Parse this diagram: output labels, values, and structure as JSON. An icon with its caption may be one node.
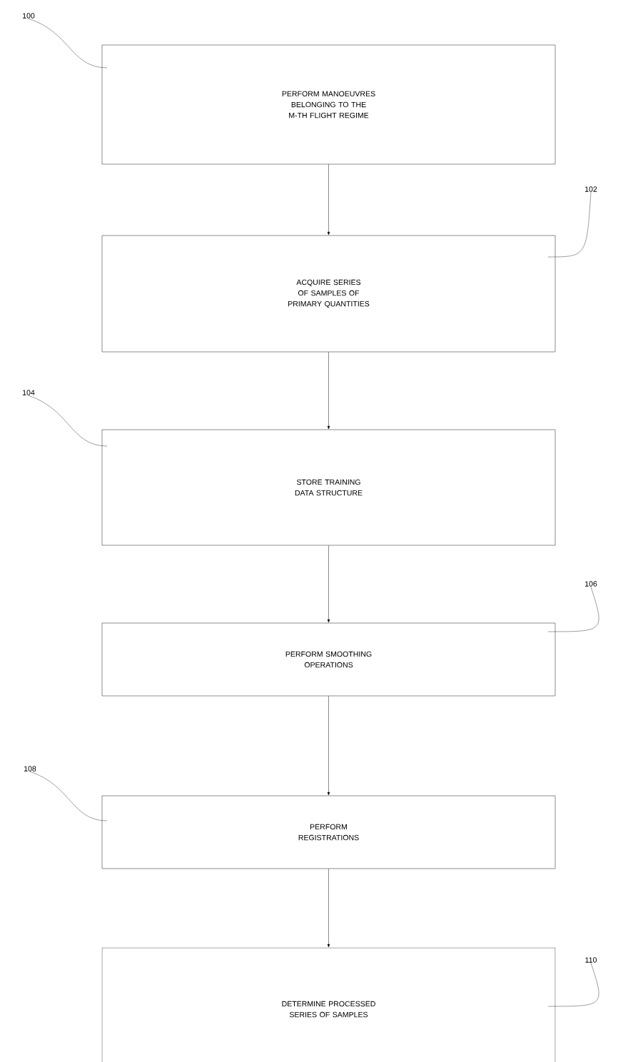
{
  "diagram": {
    "nodes": [
      {
        "text": [
          "PERFORM MANOEUVRES BELONGING TO THE M-TH FLIGHT REGIME"
        ]
      },
      {
        "text": [
          "ACQUIRE SERIES OF SAMPLES OF PRIMARY QUANTITIES"
        ]
      },
      {
        "text": [
          "STORE TRAINING DATA STRUCTURE"
        ]
      },
      {
        "text": [
          "PERFORM SMOOTHING OPERATIONS"
        ]
      },
      {
        "text": [
          "PERFORM REGISTRATIONS"
        ]
      },
      {
        "text": [
          "DETERMINE PROCESSED SERIES OF SAMPLES"
        ]
      },
      {
        "text": [
          "100"
        ]
      },
      {
        "text": [
          "102"
        ]
      },
      {
        "text": [
          "104"
        ]
      },
      {
        "text": [
          "106"
        ]
      },
      {
        "text": [
          "108"
        ]
      },
      {
        "text": [
          "110"
        ]
      }
    ],
    "edges": [
      {
        "from": 0,
        "to": 1,
        "arrow": "to"
      },
      {
        "from": 1,
        "to": 2,
        "arrow": "to"
      },
      {
        "from": 2,
        "to": 3,
        "arrow": "to"
      },
      {
        "from": 3,
        "to": 4,
        "arrow": "to"
      },
      {
        "from": 4,
        "to": 5,
        "arrow": "to"
      },
      {
        "from": 6,
        "to": 0,
        "arrow": "none"
      },
      {
        "from": 7,
        "to": 1,
        "arrow": "none"
      },
      {
        "from": 8,
        "to": 2,
        "arrow": "none"
      },
      {
        "from": 9,
        "to": 3,
        "arrow": "none"
      },
      {
        "from": 10,
        "to": 4,
        "arrow": "none"
      },
      {
        "from": 11,
        "to": 5,
        "arrow": "none"
      }
    ]
  }
}
